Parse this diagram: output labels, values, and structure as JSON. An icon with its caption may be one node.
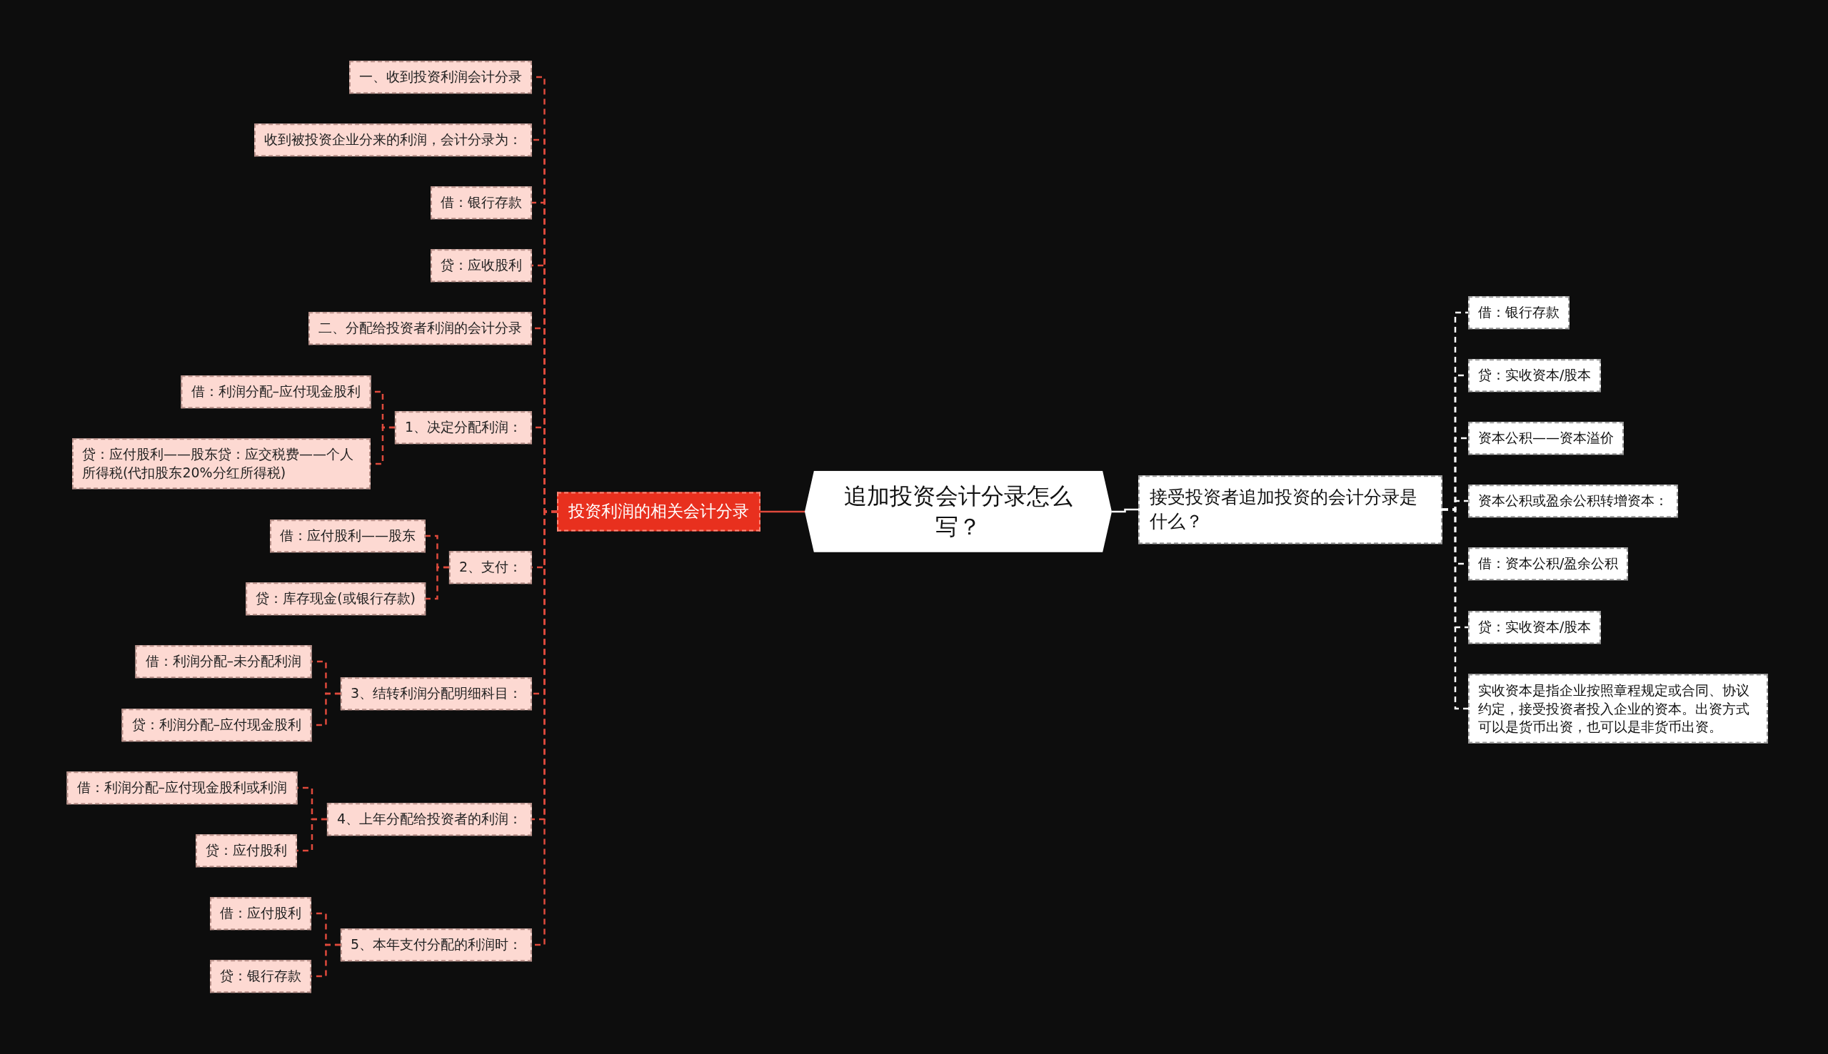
{
  "diagram": {
    "nodes": [
      {
        "text": [
          "追加投资会计分录怎么写？"
        ]
      },
      {
        "text": [
          "投资利润的相关会计分录"
        ]
      },
      {
        "text": [
          "一、收到投资利润会计分录"
        ]
      },
      {
        "text": [
          "收到被投资企业分来的利润，会计分录为："
        ]
      },
      {
        "text": [
          "借：银行存款"
        ]
      },
      {
        "text": [
          "贷：应收股利"
        ]
      },
      {
        "text": [
          "二、分配给投资者利润的会计分录"
        ]
      },
      {
        "text": [
          "1、决定分配利润："
        ]
      },
      {
        "text": [
          "借：利润分配–应付现金股利"
        ]
      },
      {
        "text": [
          "贷：应付股利——股东贷：应交税费——个人所得税(代扣股东20%分红所得税)"
        ]
      },
      {
        "text": [
          "2、支付："
        ]
      },
      {
        "text": [
          "借：应付股利——股东"
        ]
      },
      {
        "text": [
          "贷：库存现金(或银行存款)"
        ]
      },
      {
        "text": [
          "3、结转利润分配明细科目："
        ]
      },
      {
        "text": [
          "借：利润分配–未分配利润"
        ]
      },
      {
        "text": [
          "贷：利润分配–应付现金股利"
        ]
      },
      {
        "text": [
          "4、上年分配给投资者的利润："
        ]
      },
      {
        "text": [
          "借：利润分配–应付现金股利或利润"
        ]
      },
      {
        "text": [
          "贷：应付股利"
        ]
      },
      {
        "text": [
          "5、本年支付分配的利润时："
        ]
      },
      {
        "text": [
          "借：应付股利"
        ]
      },
      {
        "text": [
          "贷：银行存款"
        ]
      },
      {
        "text": [
          "接受投资者追加投资的会计分录是什么？"
        ]
      },
      {
        "text": [
          "借：银行存款"
        ]
      },
      {
        "text": [
          "贷：实收资本/股本"
        ]
      },
      {
        "text": [
          "资本公积——资本溢价"
        ]
      },
      {
        "text": [
          "资本公积或盈余公积转增资本："
        ]
      },
      {
        "text": [
          "借：资本公积/盈余公积"
        ]
      },
      {
        "text": [
          "贷：实收资本/股本"
        ]
      },
      {
        "text": [
          "实收资本是指企业按照章程规定或合同、协议约定，接受投资者投入企业的资本。出资方式可以是货币出资，也可以是非货币出资。"
        ]
      }
    ],
    "edges": [
      {
        "from": 0,
        "to": 1,
        "arrow": "none"
      },
      {
        "from": 0,
        "to": 22,
        "arrow": "none",
        "color": "#ffffff"
      },
      {
        "from": 1,
        "to": 2,
        "arrow": "none",
        "style": "dashed"
      },
      {
        "from": 1,
        "to": 3,
        "arrow": "none",
        "style": "dashed"
      },
      {
        "from": 1,
        "to": 4,
        "arrow": "none",
        "style": "dashed"
      },
      {
        "from": 1,
        "to": 5,
        "arrow": "none",
        "style": "dashed"
      },
      {
        "from": 1,
        "to": 6,
        "arrow": "none",
        "style": "dashed"
      },
      {
        "from": 1,
        "to": 7,
        "arrow": "none",
        "style": "dashed"
      },
      {
        "from": 7,
        "to": 8,
        "arrow": "none",
        "style": "dashed"
      },
      {
        "from": 7,
        "to": 9,
        "arrow": "none",
        "style": "dashed"
      },
      {
        "from": 1,
        "to": 10,
        "arrow": "none",
        "style": "dashed"
      },
      {
        "from": 10,
        "to": 11,
        "arrow": "none",
        "style": "dashed"
      },
      {
        "from": 10,
        "to": 12,
        "arrow": "none",
        "style": "dashed"
      },
      {
        "from": 1,
        "to": 13,
        "arrow": "none",
        "style": "dashed"
      },
      {
        "from": 13,
        "to": 14,
        "arrow": "none",
        "style": "dashed"
      },
      {
        "from": 13,
        "to": 15,
        "arrow": "none",
        "style": "dashed"
      },
      {
        "from": 1,
        "to": 16,
        "arrow": "none",
        "style": "dashed"
      },
      {
        "from": 16,
        "to": 17,
        "arrow": "none",
        "style": "dashed"
      },
      {
        "from": 16,
        "to": 18,
        "arrow": "none",
        "style": "dashed"
      },
      {
        "from": 1,
        "to": 19,
        "arrow": "none",
        "style": "dashed"
      },
      {
        "from": 19,
        "to": 20,
        "arrow": "none",
        "style": "dashed"
      },
      {
        "from": 19,
        "to": 21,
        "arrow": "none",
        "style": "dashed"
      },
      {
        "from": 22,
        "to": 23,
        "arrow": "none",
        "style": "dashed",
        "color": "#ffffff"
      },
      {
        "from": 22,
        "to": 24,
        "arrow": "none",
        "style": "dashed",
        "color": "#ffffff"
      },
      {
        "from": 22,
        "to": 25,
        "arrow": "none",
        "style": "dashed",
        "color": "#ffffff"
      },
      {
        "from": 22,
        "to": 26,
        "arrow": "none",
        "style": "dashed",
        "color": "#ffffff"
      },
      {
        "from": 22,
        "to": 27,
        "arrow": "none",
        "style": "dashed",
        "color": "#ffffff"
      },
      {
        "from": 22,
        "to": 28,
        "arrow": "none",
        "style": "dashed",
        "color": "#ffffff"
      },
      {
        "from": 22,
        "to": 29,
        "arrow": "none",
        "style": "dashed",
        "color": "#ffffff"
      }
    ]
  }
}
